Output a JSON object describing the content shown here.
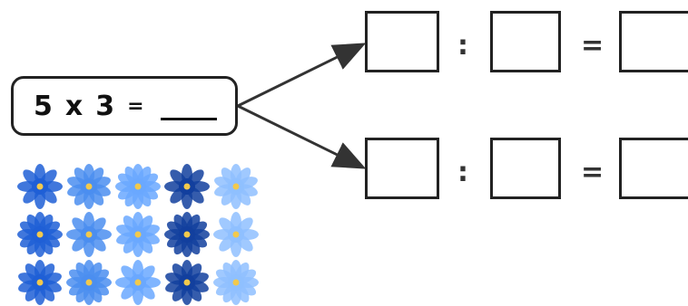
{
  "equation": {
    "a": "5",
    "times": "x",
    "b": "3",
    "equals": "="
  },
  "division_rows": [
    {
      "divide": ":",
      "equals": "="
    },
    {
      "divide": ":",
      "equals": "="
    }
  ],
  "flowers": {
    "rows": 3,
    "cols": 5,
    "colors": [
      "#1f5fd6",
      "#4b8ef0",
      "#6aa8ff",
      "#123f9e",
      "#8fc0ff"
    ],
    "center_color": "#f2c94c"
  }
}
